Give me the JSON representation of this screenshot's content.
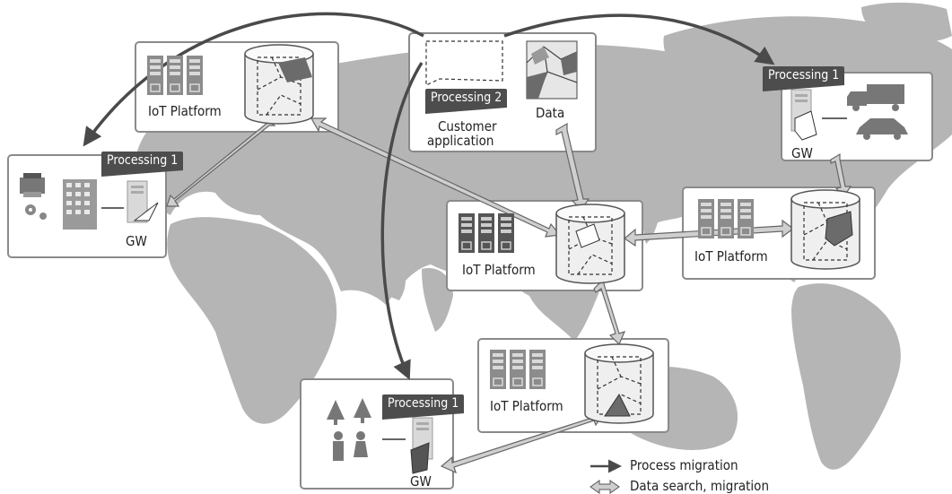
{
  "labels": {
    "iot_platform": "IoT Platform",
    "processing_1": "Processing 1",
    "processing_2": "Processing 2",
    "gw": "GW",
    "data": "Data",
    "customer_line1": "Customer",
    "customer_line2": "application"
  },
  "legend": {
    "process_migration": "Process migration",
    "data_search_migration": "Data search, migration"
  },
  "colors": {
    "map_land": "#b5b5b5",
    "box_border": "#8a8a8a",
    "process_arrow": "#4a4a4a",
    "data_arrow_fill": "#c8c8c8",
    "processing_tag": "#4d4d4d"
  }
}
